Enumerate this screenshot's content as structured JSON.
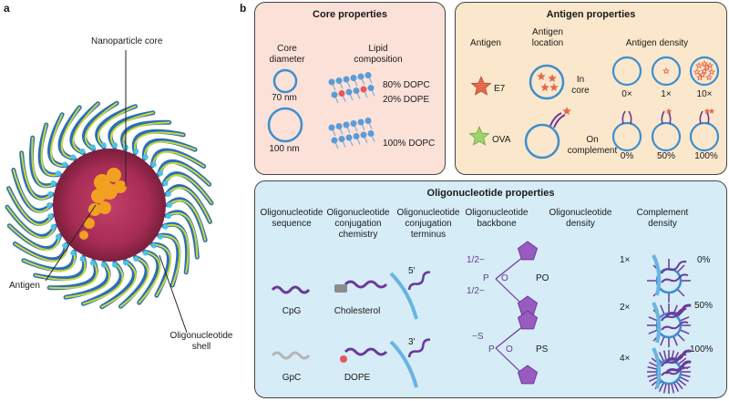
{
  "panels": {
    "a": "a",
    "b": "b"
  },
  "panel_a": {
    "nanoparticle_core": "Nanoparticle core",
    "antigen": "Antigen",
    "oligo_shell": "Oligonucleotide\nshell"
  },
  "core_properties": {
    "title": "Core properties",
    "core_diameter_header": "Core\ndiameter",
    "lipid_header": "Lipid\ncomposition",
    "size_small": "70 nm",
    "size_large": "100 nm",
    "lipid_mix_1": "80% DOPC",
    "lipid_mix_2": "20% DOPE",
    "lipid_pure": "100% DOPC"
  },
  "antigen_properties": {
    "title": "Antigen properties",
    "antigen_header": "Antigen",
    "location_header": "Antigen\nlocation",
    "density_header": "Antigen density",
    "e7": "E7",
    "ova": "OVA",
    "in_core": "In\ncore",
    "on_complement": "On\ncomplement",
    "density_0x": "0×",
    "density_1x": "1×",
    "density_10x": "10×",
    "density_0pct": "0%",
    "density_50pct": "50%",
    "density_100pct": "100%"
  },
  "oligo_properties": {
    "title": "Oligonucleotide properties",
    "sequence_header": "Oligonucleotide\nsequence",
    "conj_chem_header": "Oligonucleotide\nconjugation\nchemistry",
    "conj_term_header": "Oligonucleotide\nconjugation\nterminus",
    "backbone_header": "Oligonucleotide\nbackbone",
    "density_header": "Oligonucleotide\ndensity",
    "complement_header": "Complement\ndensity",
    "cpg": "CpG",
    "gpc": "GpC",
    "cholesterol": "Cholesterol",
    "dope": "DOPE",
    "five_prime": "5′",
    "three_prime": "3′",
    "po": "PO",
    "ps": "PS",
    "half_top": "1/2−",
    "half_bottom": "1/2−",
    "s_minus": "−S",
    "p": "P",
    "o": "O",
    "dens_1x": "1×",
    "dens_2x": "2×",
    "dens_4x": "4×",
    "comp_0": "0%",
    "comp_50": "50%",
    "comp_100": "100%"
  },
  "colors": {
    "core_bg": "#fbe1d8",
    "antigen_bg": "#fbe7cc",
    "oligo_bg": "#d6ecf6",
    "ring_blue": "#3b8fd0",
    "purple": "#6a3a99",
    "gray_strand": "#b5b5b5",
    "e7_star": "#e06a4c",
    "ova_star": "#9fd36b"
  }
}
